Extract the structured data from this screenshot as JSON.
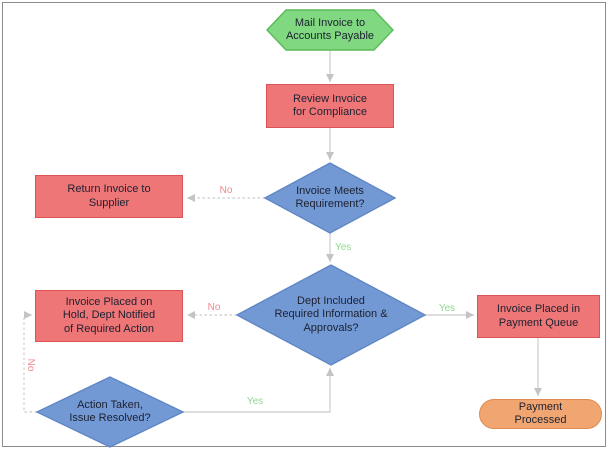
{
  "nodes": {
    "start": {
      "label": "Mail Invoice to\nAccounts Payable",
      "type": "start"
    },
    "review": {
      "label": "Review Invoice\nfor Compliance",
      "type": "process"
    },
    "meets": {
      "label": "Invoice Meets\nRequirement?",
      "type": "decision"
    },
    "return": {
      "label": "Return Invoice to\nSupplier",
      "type": "process"
    },
    "dept": {
      "label": "Dept Included\nRequired Information &\nApprovals?",
      "type": "decision"
    },
    "hold": {
      "label": "Invoice Placed on\nHold, Dept Notified\nof Required Action",
      "type": "process"
    },
    "queue": {
      "label": "Invoice Placed in\nPayment Queue",
      "type": "process"
    },
    "action": {
      "label": "Action Taken,\nIssue Resolved?",
      "type": "decision"
    },
    "processed": {
      "label": "Payment\nProcessed",
      "type": "terminator"
    }
  },
  "edges": {
    "no_return": "No",
    "yes_meets": "Yes",
    "no_hold": "No",
    "yes_queue": "Yes",
    "yes_resolved": "Yes",
    "no_loop": "No"
  },
  "colors": {
    "start_fill": "#80d880",
    "start_stroke": "#58bb58",
    "process_fill": "#ee7677",
    "process_stroke": "#da5355",
    "decision_fill": "#7399d4",
    "decision_stroke": "#5f87c6",
    "terminator_fill": "#f1a571",
    "terminator_stroke": "#df8b51",
    "connector": "#d4d4d4",
    "arrowhead": "#c4c4c4",
    "yes_label": "#8fd98f",
    "no_label": "#f0898d",
    "node_text": "#1c2030",
    "frame_border": "#8c8c8c"
  }
}
